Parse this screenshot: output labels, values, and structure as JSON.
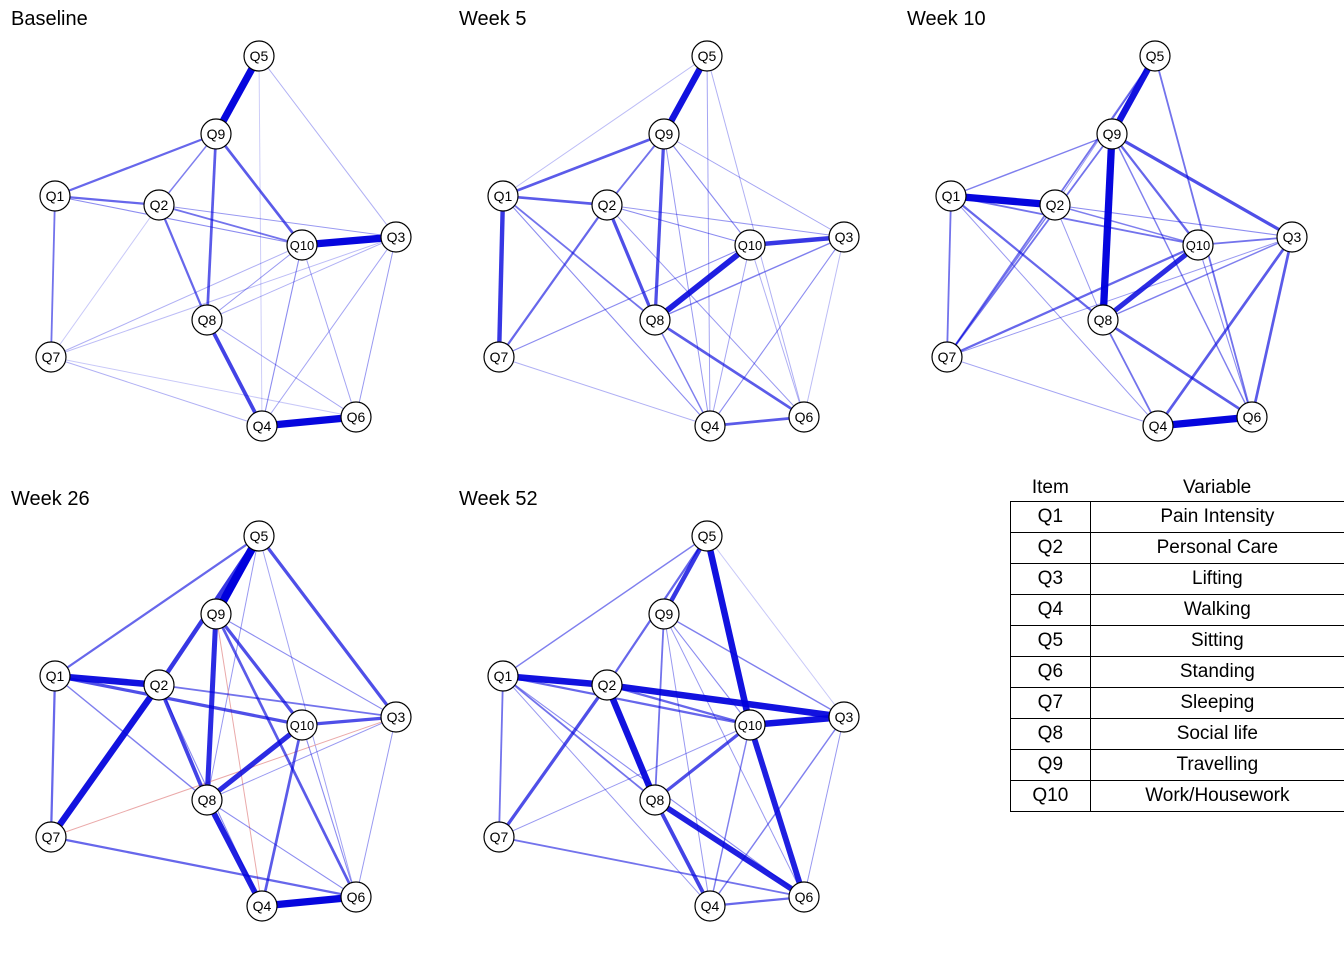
{
  "nodes": [
    "Q1",
    "Q2",
    "Q3",
    "Q4",
    "Q5",
    "Q6",
    "Q7",
    "Q8",
    "Q9",
    "Q10"
  ],
  "colors": {
    "positive": "#0000dd",
    "negative": "#e8a0a0"
  },
  "panels": [
    {
      "title": "Baseline",
      "edges": [
        [
          "Q5",
          "Q9",
          0.9
        ],
        [
          "Q9",
          "Q1",
          0.5
        ],
        [
          "Q9",
          "Q2",
          0.4
        ],
        [
          "Q9",
          "Q8",
          0.55
        ],
        [
          "Q9",
          "Q10",
          0.55
        ],
        [
          "Q1",
          "Q2",
          0.5
        ],
        [
          "Q1",
          "Q7",
          0.45
        ],
        [
          "Q2",
          "Q10",
          0.45
        ],
        [
          "Q2",
          "Q8",
          0.5
        ],
        [
          "Q2",
          "Q3",
          0.3
        ],
        [
          "Q1",
          "Q10",
          0.35
        ],
        [
          "Q10",
          "Q3",
          0.9
        ],
        [
          "Q10",
          "Q8",
          0.3
        ],
        [
          "Q10",
          "Q4",
          0.35
        ],
        [
          "Q10",
          "Q6",
          0.25
        ],
        [
          "Q8",
          "Q4",
          0.65
        ],
        [
          "Q4",
          "Q6",
          0.9
        ],
        [
          "Q3",
          "Q6",
          0.3
        ],
        [
          "Q3",
          "Q4",
          0.25
        ],
        [
          "Q3",
          "Q8",
          0.2
        ],
        [
          "Q5",
          "Q3",
          0.2
        ],
        [
          "Q7",
          "Q10",
          0.2
        ],
        [
          "Q7",
          "Q4",
          0.2
        ],
        [
          "Q7",
          "Q2",
          0.1
        ],
        [
          "Q7",
          "Q3",
          0.15
        ],
        [
          "Q7",
          "Q6",
          0.1
        ],
        [
          "Q8",
          "Q6",
          0.25
        ],
        [
          "Q5",
          "Q4",
          0.08
        ]
      ]
    },
    {
      "title": "Week 5",
      "edges": [
        [
          "Q5",
          "Q9",
          0.85
        ],
        [
          "Q9",
          "Q1",
          0.55
        ],
        [
          "Q9",
          "Q2",
          0.45
        ],
        [
          "Q9",
          "Q8",
          0.6
        ],
        [
          "Q9",
          "Q10",
          0.35
        ],
        [
          "Q9",
          "Q4",
          0.3
        ],
        [
          "Q9",
          "Q3",
          0.25
        ],
        [
          "Q5",
          "Q4",
          0.25
        ],
        [
          "Q5",
          "Q6",
          0.2
        ],
        [
          "Q5",
          "Q1",
          0.15
        ],
        [
          "Q1",
          "Q2",
          0.55
        ],
        [
          "Q1",
          "Q7",
          0.7
        ],
        [
          "Q1",
          "Q8",
          0.45
        ],
        [
          "Q1",
          "Q4",
          0.35
        ],
        [
          "Q2",
          "Q7",
          0.5
        ],
        [
          "Q2",
          "Q8",
          0.6
        ],
        [
          "Q2",
          "Q3",
          0.3
        ],
        [
          "Q2",
          "Q10",
          0.35
        ],
        [
          "Q2",
          "Q6",
          0.3
        ],
        [
          "Q10",
          "Q3",
          0.7
        ],
        [
          "Q10",
          "Q8",
          0.8
        ],
        [
          "Q10",
          "Q4",
          0.25
        ],
        [
          "Q10",
          "Q6",
          0.2
        ],
        [
          "Q8",
          "Q3",
          0.4
        ],
        [
          "Q8",
          "Q4",
          0.4
        ],
        [
          "Q8",
          "Q6",
          0.55
        ],
        [
          "Q7",
          "Q10",
          0.35
        ],
        [
          "Q7",
          "Q4",
          0.2
        ],
        [
          "Q4",
          "Q6",
          0.55
        ],
        [
          "Q4",
          "Q3",
          0.35
        ],
        [
          "Q3",
          "Q6",
          0.15
        ]
      ]
    },
    {
      "title": "Week 10",
      "edges": [
        [
          "Q5",
          "Q9",
          0.85
        ],
        [
          "Q5",
          "Q7",
          0.45
        ],
        [
          "Q5",
          "Q6",
          0.45
        ],
        [
          "Q5",
          "Q2",
          0.3
        ],
        [
          "Q9",
          "Q8",
          0.9
        ],
        [
          "Q9",
          "Q3",
          0.6
        ],
        [
          "Q9",
          "Q10",
          0.5
        ],
        [
          "Q9",
          "Q1",
          0.4
        ],
        [
          "Q9",
          "Q7",
          0.45
        ],
        [
          "Q9",
          "Q6",
          0.4
        ],
        [
          "Q1",
          "Q2",
          0.9
        ],
        [
          "Q1",
          "Q10",
          0.45
        ],
        [
          "Q1",
          "Q8",
          0.5
        ],
        [
          "Q1",
          "Q7",
          0.45
        ],
        [
          "Q1",
          "Q4",
          0.3
        ],
        [
          "Q2",
          "Q10",
          0.4
        ],
        [
          "Q2",
          "Q3",
          0.35
        ],
        [
          "Q2",
          "Q7",
          0.4
        ],
        [
          "Q2",
          "Q8",
          0.3
        ],
        [
          "Q10",
          "Q3",
          0.45
        ],
        [
          "Q10",
          "Q8",
          0.75
        ],
        [
          "Q10",
          "Q6",
          0.35
        ],
        [
          "Q8",
          "Q3",
          0.4
        ],
        [
          "Q8",
          "Q6",
          0.55
        ],
        [
          "Q8",
          "Q4",
          0.45
        ],
        [
          "Q7",
          "Q10",
          0.5
        ],
        [
          "Q7",
          "Q3",
          0.3
        ],
        [
          "Q7",
          "Q4",
          0.25
        ],
        [
          "Q4",
          "Q6",
          0.9
        ],
        [
          "Q3",
          "Q6",
          0.55
        ],
        [
          "Q3",
          "Q4",
          0.55
        ]
      ]
    },
    {
      "title": "Week 26",
      "edges": [
        [
          "Q5",
          "Q9",
          0.95
        ],
        [
          "Q5",
          "Q2",
          0.7
        ],
        [
          "Q5",
          "Q1",
          0.5
        ],
        [
          "Q5",
          "Q3",
          0.6
        ],
        [
          "Q5",
          "Q8",
          0.3
        ],
        [
          "Q5",
          "Q6",
          0.25
        ],
        [
          "Q9",
          "Q8",
          0.75
        ],
        [
          "Q9",
          "Q10",
          0.6
        ],
        [
          "Q9",
          "Q6",
          0.55
        ],
        [
          "Q9",
          "Q4",
          -0.3
        ],
        [
          "Q9",
          "Q3",
          0.35
        ],
        [
          "Q1",
          "Q2",
          0.85
        ],
        [
          "Q1",
          "Q10",
          0.6
        ],
        [
          "Q1",
          "Q7",
          0.5
        ],
        [
          "Q1",
          "Q8",
          0.4
        ],
        [
          "Q2",
          "Q7",
          0.85
        ],
        [
          "Q2",
          "Q8",
          0.65
        ],
        [
          "Q2",
          "Q3",
          0.45
        ],
        [
          "Q2",
          "Q4",
          0.35
        ],
        [
          "Q10",
          "Q3",
          0.6
        ],
        [
          "Q10",
          "Q8",
          0.75
        ],
        [
          "Q10",
          "Q4",
          0.55
        ],
        [
          "Q10",
          "Q6",
          0.35
        ],
        [
          "Q8",
          "Q4",
          0.8
        ],
        [
          "Q8",
          "Q6",
          0.35
        ],
        [
          "Q7",
          "Q3",
          -0.3
        ],
        [
          "Q7",
          "Q6",
          0.5
        ],
        [
          "Q4",
          "Q6",
          0.9
        ],
        [
          "Q3",
          "Q6",
          0.3
        ],
        [
          "Q3",
          "Q8",
          0.3
        ]
      ]
    },
    {
      "title": "Week 52",
      "edges": [
        [
          "Q5",
          "Q9",
          0.7
        ],
        [
          "Q5",
          "Q2",
          0.5
        ],
        [
          "Q5",
          "Q10",
          0.85
        ],
        [
          "Q5",
          "Q1",
          0.4
        ],
        [
          "Q5",
          "Q3",
          0.1
        ],
        [
          "Q9",
          "Q8",
          0.45
        ],
        [
          "Q9",
          "Q3",
          0.4
        ],
        [
          "Q9",
          "Q10",
          0.35
        ],
        [
          "Q9",
          "Q4",
          0.3
        ],
        [
          "Q9",
          "Q6",
          0.3
        ],
        [
          "Q1",
          "Q2",
          0.85
        ],
        [
          "Q1",
          "Q10",
          0.5
        ],
        [
          "Q1",
          "Q8",
          0.45
        ],
        [
          "Q1",
          "Q7",
          0.45
        ],
        [
          "Q1",
          "Q6",
          0.35
        ],
        [
          "Q1",
          "Q4",
          0.3
        ],
        [
          "Q2",
          "Q3",
          0.85
        ],
        [
          "Q2",
          "Q8",
          0.85
        ],
        [
          "Q2",
          "Q7",
          0.6
        ],
        [
          "Q2",
          "Q10",
          0.5
        ],
        [
          "Q10",
          "Q3",
          0.85
        ],
        [
          "Q10",
          "Q6",
          0.8
        ],
        [
          "Q10",
          "Q8",
          0.6
        ],
        [
          "Q10",
          "Q4",
          0.4
        ],
        [
          "Q8",
          "Q6",
          0.8
        ],
        [
          "Q8",
          "Q4",
          0.65
        ],
        [
          "Q7",
          "Q6",
          0.45
        ],
        [
          "Q7",
          "Q10",
          0.3
        ],
        [
          "Q4",
          "Q6",
          0.5
        ],
        [
          "Q3",
          "Q4",
          0.4
        ],
        [
          "Q3",
          "Q6",
          0.3
        ]
      ]
    }
  ],
  "legend": {
    "headers": [
      "Item",
      "Variable"
    ],
    "rows": [
      [
        "Q1",
        "Pain Intensity"
      ],
      [
        "Q2",
        "Personal Care"
      ],
      [
        "Q3",
        "Lifting"
      ],
      [
        "Q4",
        "Walking"
      ],
      [
        "Q5",
        "Sitting"
      ],
      [
        "Q6",
        "Standing"
      ],
      [
        "Q7",
        "Sleeping"
      ],
      [
        "Q8",
        "Social life"
      ],
      [
        "Q9",
        "Travelling"
      ],
      [
        "Q10",
        "Work/Housework"
      ]
    ]
  }
}
